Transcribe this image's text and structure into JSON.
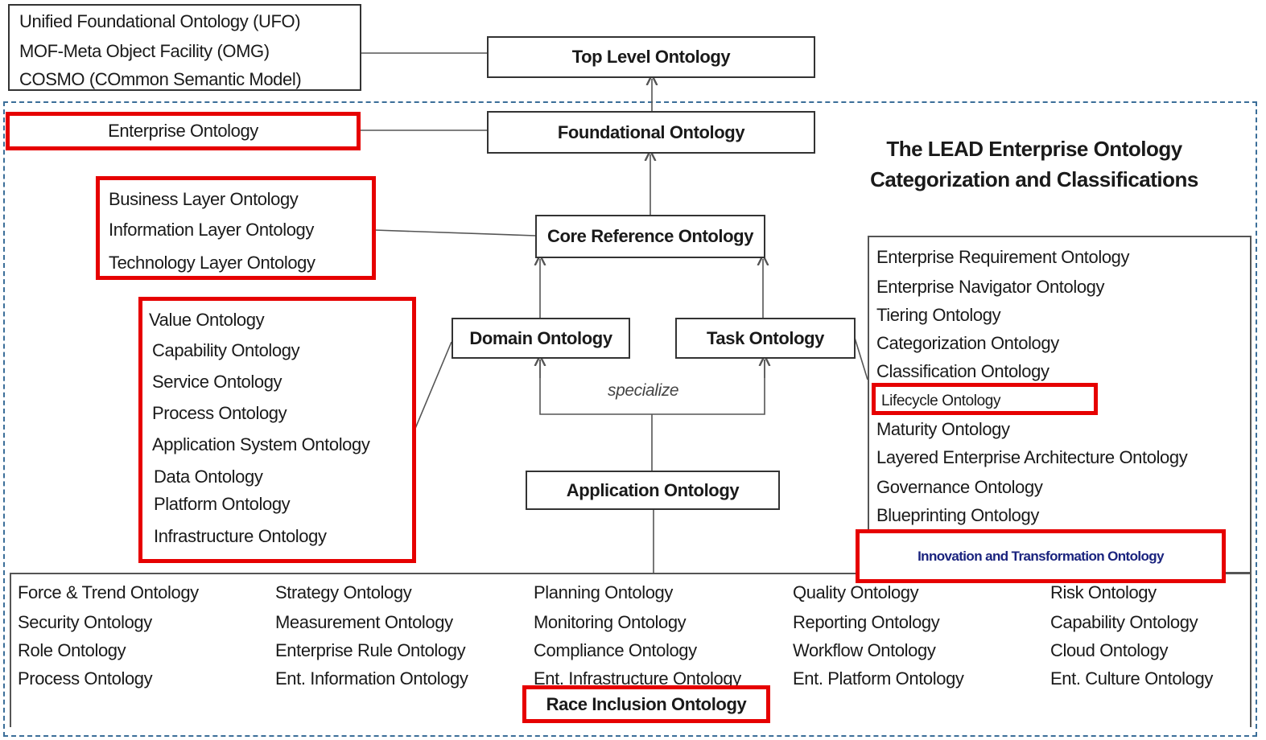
{
  "top_standards": [
    "Unified Foundational Ontology (UFO)",
    "MOF-Meta Object Facility (OMG)",
    "COSMO (COmmon Semantic Model)"
  ],
  "hierarchy": {
    "top_level": "Top Level Ontology",
    "foundational": "Foundational Ontology",
    "core_reference": "Core Reference Ontology",
    "domain": "Domain Ontology",
    "task": "Task Ontology",
    "specialize": "specialize",
    "application": "Application Ontology"
  },
  "enterprise_ontology": "Enterprise Ontology",
  "title": [
    "The LEAD Enterprise Ontology",
    "Categorization and Classifications"
  ],
  "layers": [
    "Business Layer Ontology",
    "Information Layer Ontology",
    "Technology Layer Ontology"
  ],
  "domain_list": [
    "Value Ontology",
    "Capability Ontology",
    "Service Ontology",
    "Process Ontology",
    "Application System Ontology",
    "Data Ontology",
    "Platform Ontology",
    "Infrastructure Ontology"
  ],
  "task_list": [
    "Enterprise Requirement Ontology",
    "Enterprise Navigator Ontology",
    "Tiering Ontology",
    "Categorization Ontology",
    "Classification Ontology",
    "Lifecycle Ontology",
    "Maturity Ontology",
    "Layered Enterprise Architecture Ontology",
    "Governance Ontology",
    "Blueprinting Ontology"
  ],
  "innovation": "Innovation and Transformation Ontology",
  "application_columns": [
    [
      "Force & Trend Ontology",
      "Security Ontology",
      "Role Ontology",
      "Process Ontology"
    ],
    [
      "Strategy Ontology",
      "Measurement Ontology",
      "Enterprise Rule Ontology",
      "Ent. Information Ontology"
    ],
    [
      "Planning Ontology",
      "Monitoring Ontology",
      "Compliance Ontology",
      "Ent. Infrastructure Ontology"
    ],
    [
      "Quality Ontology",
      "Reporting Ontology",
      "Workflow Ontology",
      "Ent. Platform Ontology"
    ],
    [
      "Risk Ontology",
      "Capability Ontology",
      "Cloud Ontology",
      "Ent. Culture Ontology"
    ]
  ],
  "race_inclusion": "Race Inclusion Ontology",
  "colors": {
    "highlight": "#e60000",
    "dashed_border": "#3b6e99",
    "line": "#555555"
  }
}
